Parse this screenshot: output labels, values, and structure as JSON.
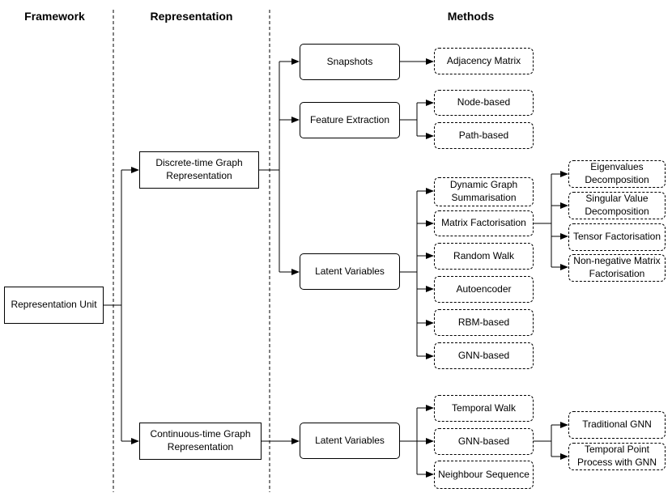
{
  "headers": {
    "framework": "Framework",
    "representation": "Representation",
    "methods": "Methods"
  },
  "nodes": {
    "representation_unit": "Representation Unit",
    "discrete_time": "Discrete-time Graph Representation",
    "continuous_time": "Continuous-time Graph Representation",
    "snapshots": "Snapshots",
    "feature_extraction": "Feature Extraction",
    "latent_variables_discrete": "Latent Variables",
    "latent_variables_continuous": "Latent Variables",
    "adjacency_matrix": "Adjacency Matrix",
    "node_based": "Node-based",
    "path_based": "Path-based",
    "dynamic_graph_summarisation": "Dynamic Graph Summarisation",
    "matrix_factorisation": "Matrix Factorisation",
    "random_walk": "Random Walk",
    "autoencoder": "Autoencoder",
    "rbm_based": "RBM-based",
    "gnn_based_discrete": "GNN-based",
    "eigenvalues_decomposition": "Eigenvalues Decomposition",
    "singular_value_decomposition": "Singular Value Decomposition",
    "tensor_factorisation": "Tensor Factorisation",
    "non_negative_matrix_factorisation": "Non-negative Matrix Factorisation",
    "temporal_walk": "Temporal Walk",
    "gnn_based_continuous": "GNN-based",
    "neighbour_sequence": "Neighbour Sequence",
    "traditional_gnn": "Traditional GNN",
    "temporal_point_process_gnn": "Temporal Point Process with GNN"
  }
}
